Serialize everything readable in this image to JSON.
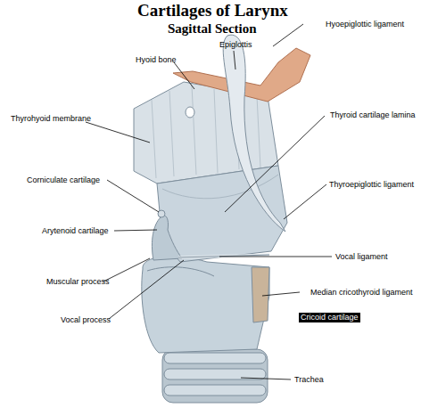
{
  "diagram": {
    "title": "Cartilages of Larynx",
    "labels": [
      "Sagittal Section",
      "Hyoid bone",
      "Epiglottis",
      "Hyoepiglottic ligament",
      "Thyrohyoid membrane",
      "Thyroid cartilage lamina",
      "Corniculate cartilage",
      "Thyroepiglottic ligament",
      "Arytenoid cartilage",
      "Vocal ligament",
      "Muscular process",
      "Median cricothyroid ligament",
      "Vocal process",
      "Cricoid cartilage",
      "Trachea"
    ]
  }
}
